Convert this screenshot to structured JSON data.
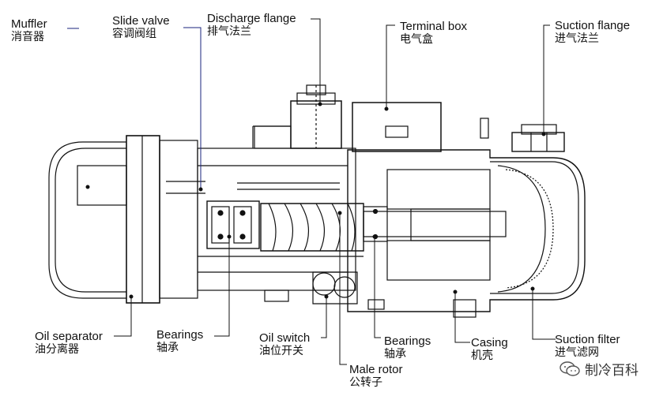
{
  "labels": {
    "muffler": {
      "en": "Muffler",
      "zh": "消音器"
    },
    "slide_valve": {
      "en": "Slide valve",
      "zh": "容调阀组"
    },
    "discharge": {
      "en": "Discharge flange",
      "zh": "排气法兰"
    },
    "terminal_box": {
      "en": "Terminal box",
      "zh": "电气盒"
    },
    "suction_flange": {
      "en": "Suction flange",
      "zh": "进气法兰"
    },
    "oil_separator": {
      "en": "Oil separator",
      "zh": "油分离器"
    },
    "bearings_left": {
      "en": "Bearings",
      "zh": "轴承"
    },
    "oil_switch": {
      "en": "Oil switch",
      "zh": "油位开关"
    },
    "bearings_right": {
      "en": "Bearings",
      "zh": "轴承"
    },
    "male_rotor": {
      "en": "Male rotor",
      "zh": "公转子"
    },
    "casing": {
      "en": "Casing",
      "zh": "机壳"
    },
    "suction_filter": {
      "en": "Suction filter",
      "zh": "进气滤网"
    }
  },
  "watermark": {
    "text": "制冷百科",
    "icon": "wechat-icon"
  },
  "colors": {
    "line": "#111111",
    "accent_line": "#1a237e",
    "gray": "#c8c8c8"
  }
}
